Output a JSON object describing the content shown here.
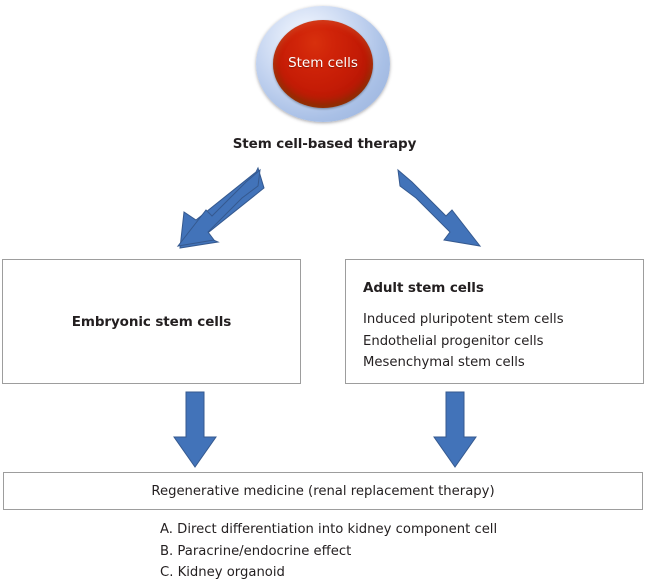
{
  "diagram": {
    "title_node": {
      "sphere_label": "Stem cells",
      "caption": "Stem cell-based therapy",
      "sphere_outer_color": "#b9cbec",
      "sphere_inner_color": "#c51c06"
    },
    "arrow_color": "#4273b9",
    "border_color": "#9d9d9d",
    "arrows": [
      {
        "name": "arrow-to-embryonic",
        "direction": "down-left"
      },
      {
        "name": "arrow-to-adult",
        "direction": "down-right"
      },
      {
        "name": "arrow-embryonic-to-regenerative",
        "direction": "down"
      },
      {
        "name": "arrow-adult-to-regenerative",
        "direction": "down"
      }
    ],
    "embryonic": {
      "title": "Embryonic stem cells"
    },
    "adult": {
      "title": "Adult stem cells",
      "items": [
        "Induced pluripotent stem cells",
        "Endothelial progenitor cells",
        "Mesenchymal stem cells"
      ]
    },
    "regenerative": {
      "title": "Regenerative medicine (renal replacement therapy)",
      "outcomes": [
        "A. Direct differentiation into kidney component cell",
        "B. Paracrine/endocrine effect",
        "C. Kidney organoid"
      ]
    }
  }
}
